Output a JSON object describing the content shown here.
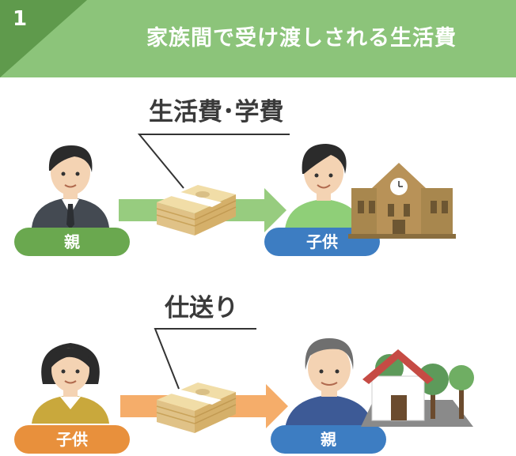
{
  "header": {
    "number": "1",
    "title": "家族間で受け渡しされる生活費"
  },
  "scene_top": {
    "caption": "生活費･学費",
    "giver_label": "親",
    "receiver_label": "子供"
  },
  "scene_bottom": {
    "caption": "仕送り",
    "giver_label": "子供",
    "receiver_label": "親"
  },
  "colors": {
    "header_green": "#8cc47a",
    "header_dark": "#5f9a4c",
    "pill_green": "#6aa84f",
    "pill_blue": "#3d7dc2",
    "pill_orange": "#e8903c",
    "arrow_green": "#97cc7f",
    "arrow_orange": "#f5ad6a",
    "school_brown": "#a8874e",
    "roof_red": "#c64b44",
    "tree_green": "#5d9a5a"
  }
}
